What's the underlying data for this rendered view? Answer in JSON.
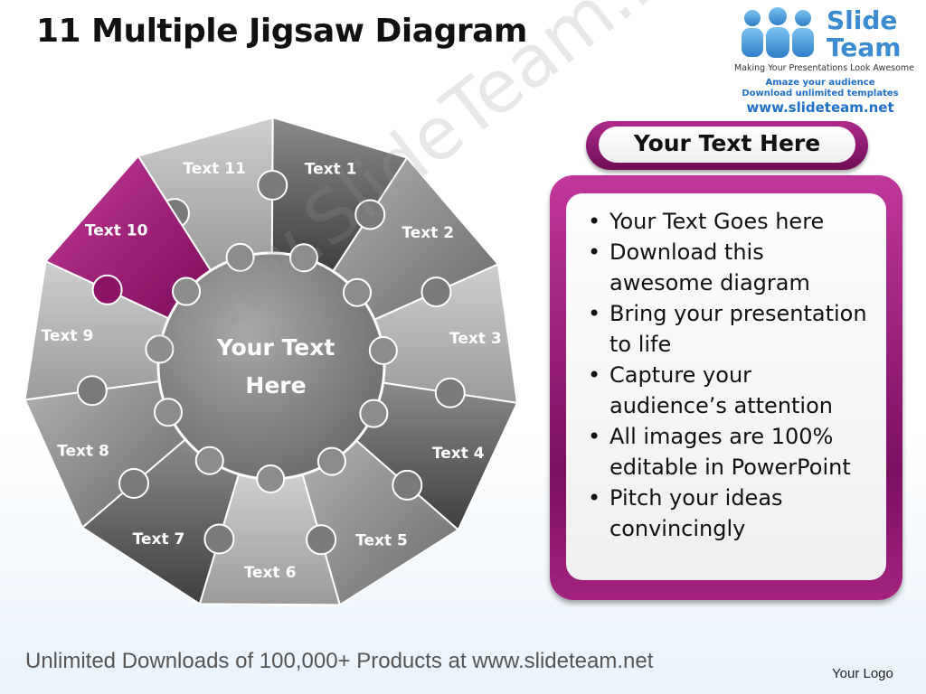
{
  "title": "11 Multiple Jigsaw Diagram",
  "logo": {
    "brand_line1": "Slide",
    "brand_line2": "Team",
    "tagline": "Making Your Presentations Look Awesome",
    "line1": "Amaze your audience",
    "line2": "Download unlimited templates",
    "url": "www.slideteam.net"
  },
  "diagram": {
    "center_line1": "Your Text",
    "center_line2": "Here",
    "pieces": [
      {
        "label": "Text 1",
        "highlighted": false
      },
      {
        "label": "Text 2",
        "highlighted": false
      },
      {
        "label": "Text 3",
        "highlighted": false
      },
      {
        "label": "Text 4",
        "highlighted": false
      },
      {
        "label": "Text 5",
        "highlighted": false
      },
      {
        "label": "Text 6",
        "highlighted": false
      },
      {
        "label": "Text 7",
        "highlighted": false
      },
      {
        "label": "Text 8",
        "highlighted": false
      },
      {
        "label": "Text 9",
        "highlighted": false
      },
      {
        "label": "Text 10",
        "highlighted": true
      },
      {
        "label": "Text 11",
        "highlighted": false
      }
    ],
    "colors": {
      "gray_light": "#b8b8b8",
      "gray_dark": "#4a4a4a",
      "highlight": "#a0156f"
    }
  },
  "panel": {
    "title": "Your Text Here",
    "bullets": [
      "Your Text Goes here",
      "Download this awesome diagram",
      "Bring your presentation to life",
      "Capture your audience’s attention",
      "All images are 100% editable in PowerPoint",
      "Pitch your ideas convincingly"
    ],
    "accent_color": "#9c1a7a"
  },
  "watermark": "www.SlideTeam.net",
  "footer": "Unlimited Downloads of 100,000+ Products at www.slideteam.net",
  "your_logo": "Your Logo"
}
